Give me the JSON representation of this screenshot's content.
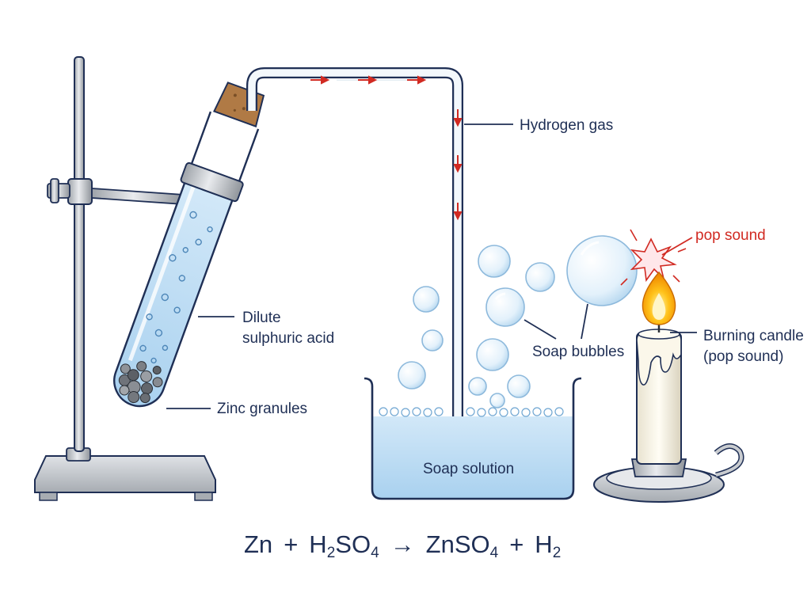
{
  "labels": {
    "hydrogen_gas": "Hydrogen gas",
    "pop_sound": "pop sound",
    "acid_line1": "Dilute",
    "acid_line2": "sulphuric acid",
    "zinc": "Zinc granules",
    "soap_bubbles": "Soap bubbles",
    "candle_line1": "Burning candle",
    "candle_line2": "(pop sound)",
    "soap_solution": "Soap solution"
  },
  "equation": {
    "zn": "Zn",
    "plus1": "+",
    "h": "H",
    "h2so4_sub": "2",
    "so": "SO",
    "so_sub": "4",
    "arrow": "→",
    "znso": "ZnSO",
    "znso_sub": "4",
    "plus2": "+",
    "h2": "H",
    "h2_sub": "2"
  },
  "colors": {
    "outline": "#1f2f55",
    "liquid": "#bcdcf4",
    "arrow_red": "#d12a22",
    "metal": "#c9ccd0",
    "cork": "#b07a45"
  }
}
